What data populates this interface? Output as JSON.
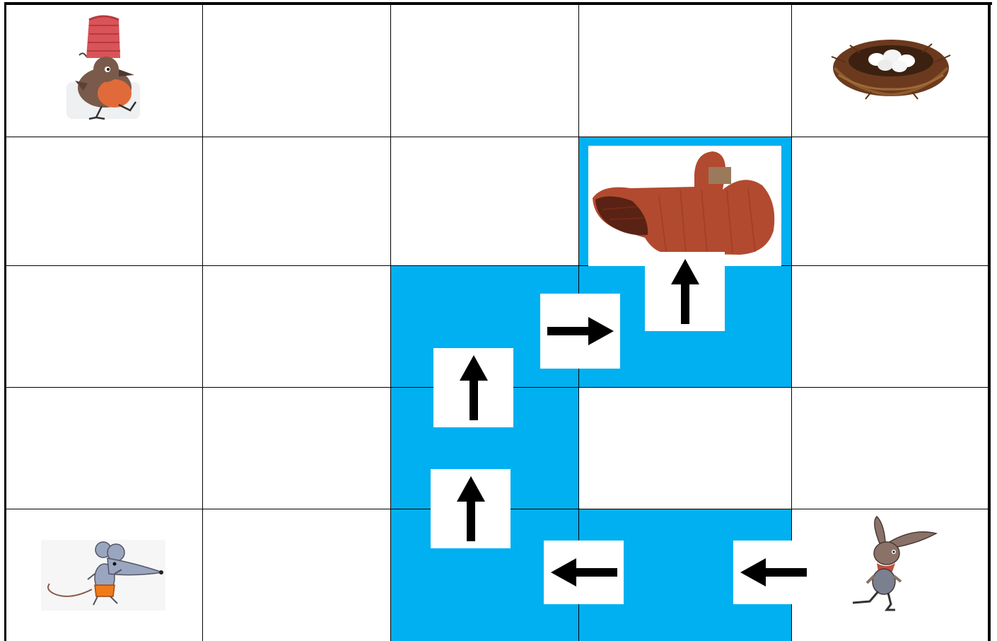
{
  "board": {
    "rows": 5,
    "cols": 5,
    "path_color": "#00B0F0",
    "line_color": "#000000",
    "highlighted_cells": [
      {
        "row": 1,
        "col": 3
      },
      {
        "row": 2,
        "col": 2
      },
      {
        "row": 2,
        "col": 3
      },
      {
        "row": 3,
        "col": 2
      },
      {
        "row": 4,
        "col": 2
      },
      {
        "row": 4,
        "col": 3
      }
    ]
  },
  "characters": [
    {
      "name": "robin-with-red-hat",
      "row": 0,
      "col": 0
    },
    {
      "name": "bird-nest-with-eggs",
      "row": 0,
      "col": 4
    },
    {
      "name": "red-mitten",
      "row": 1,
      "col": 3
    },
    {
      "name": "mouse",
      "row": 4,
      "col": 0
    },
    {
      "name": "rabbit",
      "row": 4,
      "col": 4
    }
  ],
  "arrows": [
    {
      "direction": "left",
      "order": 1
    },
    {
      "direction": "left",
      "order": 2
    },
    {
      "direction": "up",
      "order": 3
    },
    {
      "direction": "up",
      "order": 4
    },
    {
      "direction": "right",
      "order": 5
    },
    {
      "direction": "up",
      "order": 6
    }
  ]
}
